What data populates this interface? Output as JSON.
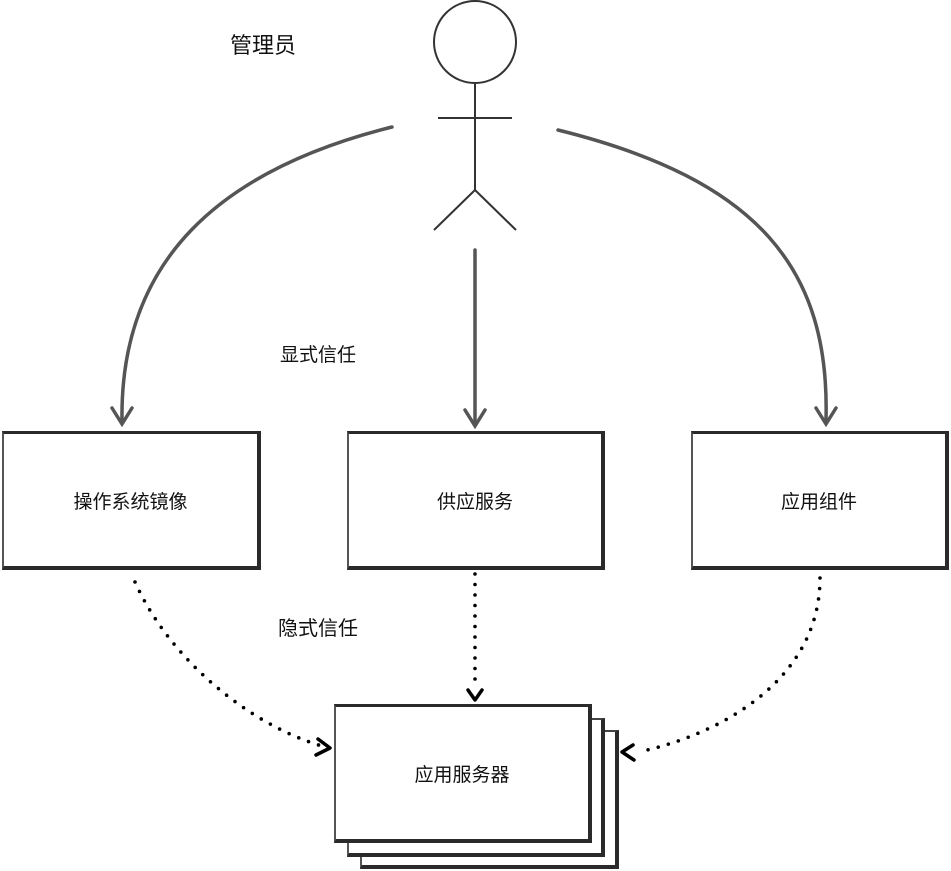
{
  "diagram": {
    "actor": {
      "label": "管理员",
      "icon": "stick-figure-icon"
    },
    "edge_labels": {
      "explicit": "显式信任",
      "implicit": "隐式信任"
    },
    "components": [
      {
        "id": "os-image",
        "label": "操作系统镜像"
      },
      {
        "id": "provisioning-service",
        "label": "供应服务"
      },
      {
        "id": "app-components",
        "label": "应用组件"
      }
    ],
    "target": {
      "id": "app-server",
      "label": "应用服务器",
      "stacked": true
    },
    "edges": [
      {
        "from": "管理员",
        "to": "操作系统镜像",
        "style": "solid",
        "kind": "explicit"
      },
      {
        "from": "管理员",
        "to": "供应服务",
        "style": "solid",
        "kind": "explicit"
      },
      {
        "from": "管理员",
        "to": "应用组件",
        "style": "solid",
        "kind": "explicit"
      },
      {
        "from": "操作系统镜像",
        "to": "应用服务器",
        "style": "dotted",
        "kind": "implicit"
      },
      {
        "from": "供应服务",
        "to": "应用服务器",
        "style": "dotted",
        "kind": "implicit"
      },
      {
        "from": "应用组件",
        "to": "应用服务器",
        "style": "dotted",
        "kind": "implicit"
      }
    ],
    "colors": {
      "solid_arrow": "#555555",
      "dotted_arrow": "#000000",
      "box_border": "#2a2a2a"
    }
  }
}
